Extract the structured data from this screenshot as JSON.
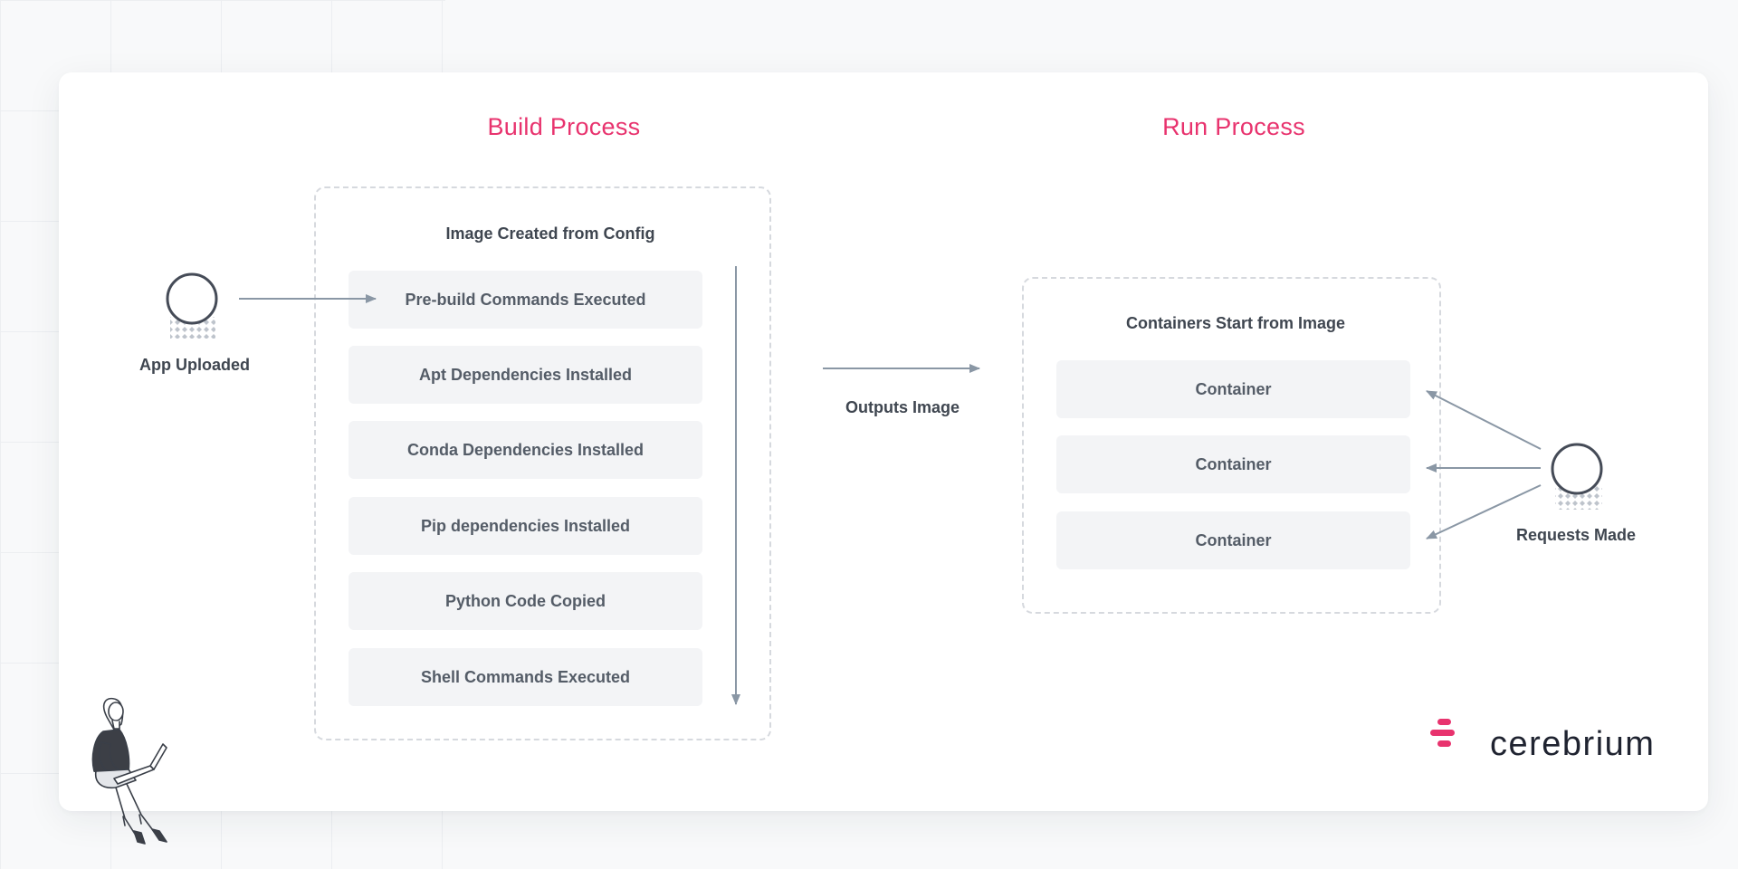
{
  "colors": {
    "accent": "#e8336e",
    "arrow": "#8a97a5",
    "box_fill": "#f3f4f6",
    "dashed_border": "#d6d9de",
    "text": "#3f4650"
  },
  "build": {
    "title": "Build Process",
    "box_title": "Image Created from Config",
    "steps": [
      "Pre-build Commands Executed",
      "Apt Dependencies Installed",
      "Conda Dependencies Installed",
      "Pip dependencies Installed",
      "Python Code Copied",
      "Shell Commands Executed"
    ]
  },
  "run": {
    "title": "Run Process",
    "box_title": "Containers Start from Image",
    "containers": [
      "Container",
      "Container",
      "Container"
    ]
  },
  "nodes": {
    "app_uploaded": "App Uploaded",
    "outputs_image": "Outputs Image",
    "requests_made": "Requests Made"
  },
  "brand": {
    "name": "cerebrium",
    "icon": "cerebrium-logo-icon"
  },
  "illustration": {
    "icon": "person-with-laptop-illustration"
  }
}
